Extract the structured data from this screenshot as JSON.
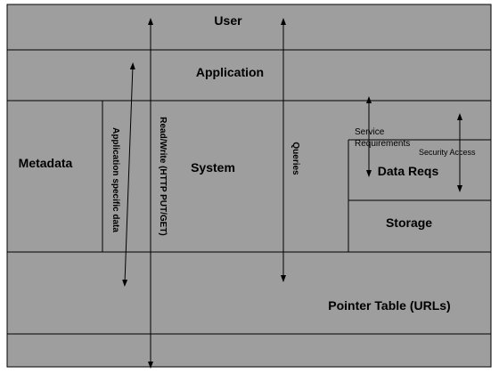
{
  "colors": {
    "background": "#9e9e9e",
    "lines": "#000000",
    "text": "#000000"
  },
  "layers": {
    "user": "User",
    "application": "Application",
    "metadata": "Metadata",
    "system": "System",
    "data_reqs": "Data Reqs",
    "storage": "Storage",
    "pointer_table": "Pointer Table  (URLs)"
  },
  "arrows": {
    "read_write": "Read/Write (HTTP PUT/GET)",
    "application_specific_data": "Application specific data",
    "queries": "Queries",
    "service_requirements_line1": "Service",
    "service_requirements_line2": "Requirements",
    "security_access": "Security Access"
  }
}
